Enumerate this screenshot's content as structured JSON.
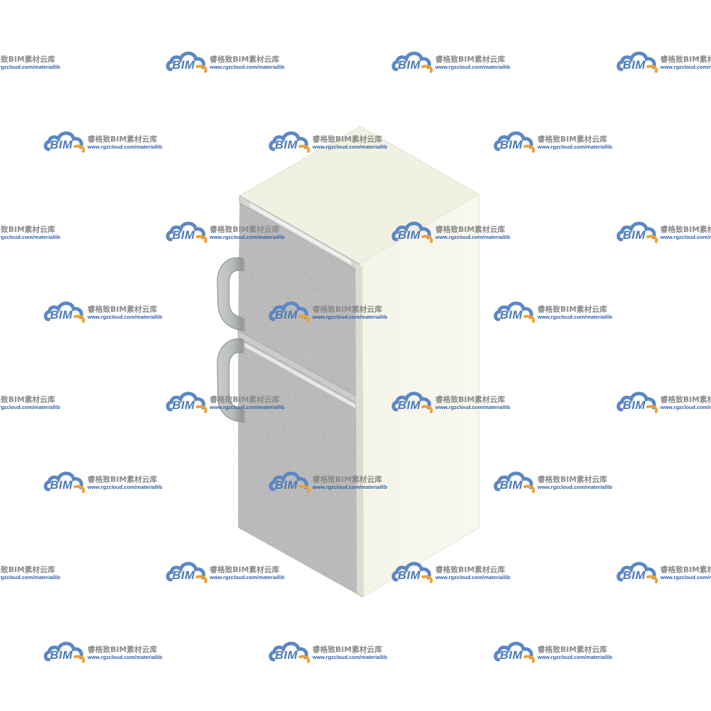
{
  "scene": {
    "subject": "refrigerator-3d-model",
    "colors": {
      "cabinet_top": "#f1f1e4",
      "cabinet_side": "#f6f6ec",
      "cabinet_edge": "#e2e2d2",
      "door_texture_base": "#b9b9b9",
      "handle": "#bfc3c3",
      "handle_shadow": "#8e9393"
    }
  },
  "watermark": {
    "brand": "BIM",
    "title": "睿格致BIM素材云库",
    "url": "www.rgzcloud.com/materiallib",
    "colors": {
      "cloud_blue": "#5b87c6",
      "cloud_orange": "#f0a030",
      "title_gray": "#8a8a8a",
      "url_blue": "#2f5fa8"
    }
  }
}
